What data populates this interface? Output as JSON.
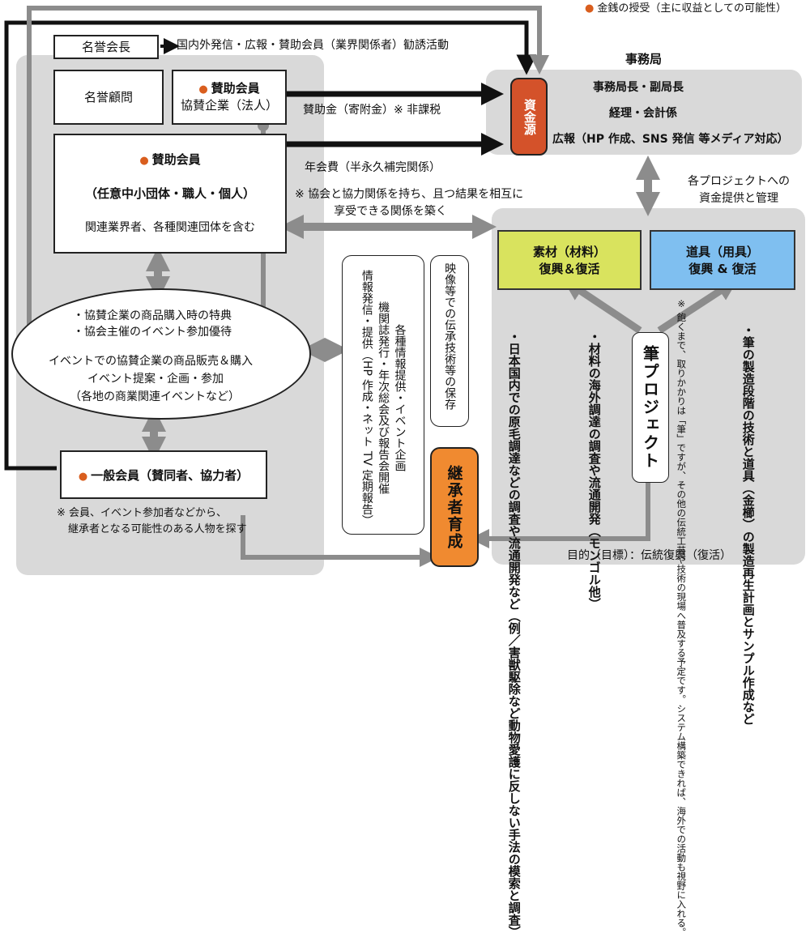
{
  "legend": {
    "text": "金銭の授受（主に収益としての可能性）",
    "accent": "#d95e1e"
  },
  "honorary_chair": {
    "label": "名誉会長",
    "activity": "国内外発信・広報・賛助会員（業界関係者）勧誘活動"
  },
  "honorary_advisor": {
    "label": "名誉顧問"
  },
  "corp_supporter": {
    "title": "賛助会員",
    "subtitle": "協賛企業（法人）"
  },
  "donation": {
    "label": "賛助金（寄附金）※ 非課税"
  },
  "ind_supporter": {
    "title": "賛助会員",
    "subtitle": "（任意中小団体・職人・個人）",
    "note": "関連業界者、各種関連団体を含む"
  },
  "annual_fee": {
    "label": "年会費（半永久補完関係）"
  },
  "cooperation": {
    "line1": "※ 協会と協力関係を持ち、且つ結果を相互に",
    "line2": "享受できる関係を築く"
  },
  "office": {
    "title": "事務局",
    "funding": "資金源",
    "roles": [
      "事務局長・副局長",
      "経理・会計係",
      "広報（HP 作成、SNS 発信 等メディア対応）"
    ]
  },
  "project_support": {
    "line1": "各プロジェクトへの",
    "line2": "資金提供と管理"
  },
  "benefits": {
    "lines": [
      "・協賛企業の商品購入時の特典",
      "・協会主催のイベント参加優待",
      "イベントでの協賛企業の商品販売＆購入",
      "イベント提案・企画・参加",
      "（各地の商業関連イベントなど）"
    ]
  },
  "general_member": {
    "label": "一般会員（賛同者、協力者）"
  },
  "member_note": {
    "line1": "※ 会員、イベント参加者などから、",
    "line2": "継承者となる可能性のある人物を探す"
  },
  "info_box": {
    "lines": [
      "各種情報提供・イベント企画",
      "機関誌発行・年次総会及び報告会開催",
      "情報発信・提供（HP 作成・ネット TV 定期報告）"
    ]
  },
  "preservation": {
    "text": "映像等での伝承技術等の保存"
  },
  "successor": {
    "text": "継承者育成",
    "color": "#f08a30"
  },
  "materials": {
    "line1": "素材（材料）",
    "line2": "復興＆復活",
    "color": "#d9e35e"
  },
  "tools": {
    "line1": "道具（用具）",
    "line2": "復興 & 復活",
    "color": "#7fbff0"
  },
  "project": {
    "text": "筆プロジェクト"
  },
  "col_domestic": {
    "text": "・日本国内での原毛調達などの調査や流通開発など（例／害獣駆除など動物愛護に反しない手法の模索と調査）"
  },
  "col_overseas": {
    "text": "・材料の海外調達の調査や流通開発（モンゴル他）"
  },
  "col_note": {
    "text": "※ 飽くまで、取りかかりは「筆」ですが、その他の伝統工芸や技術の現場へ普及する予定です。システム構築できれば、海外での活動も視野に入れる。"
  },
  "col_brush": {
    "text": "・筆の製造段階の技術と道具（金櫛）の製造再生計画とサンプル作成など"
  },
  "goal": {
    "text": "目的（目標）：伝統復興（復活）"
  }
}
